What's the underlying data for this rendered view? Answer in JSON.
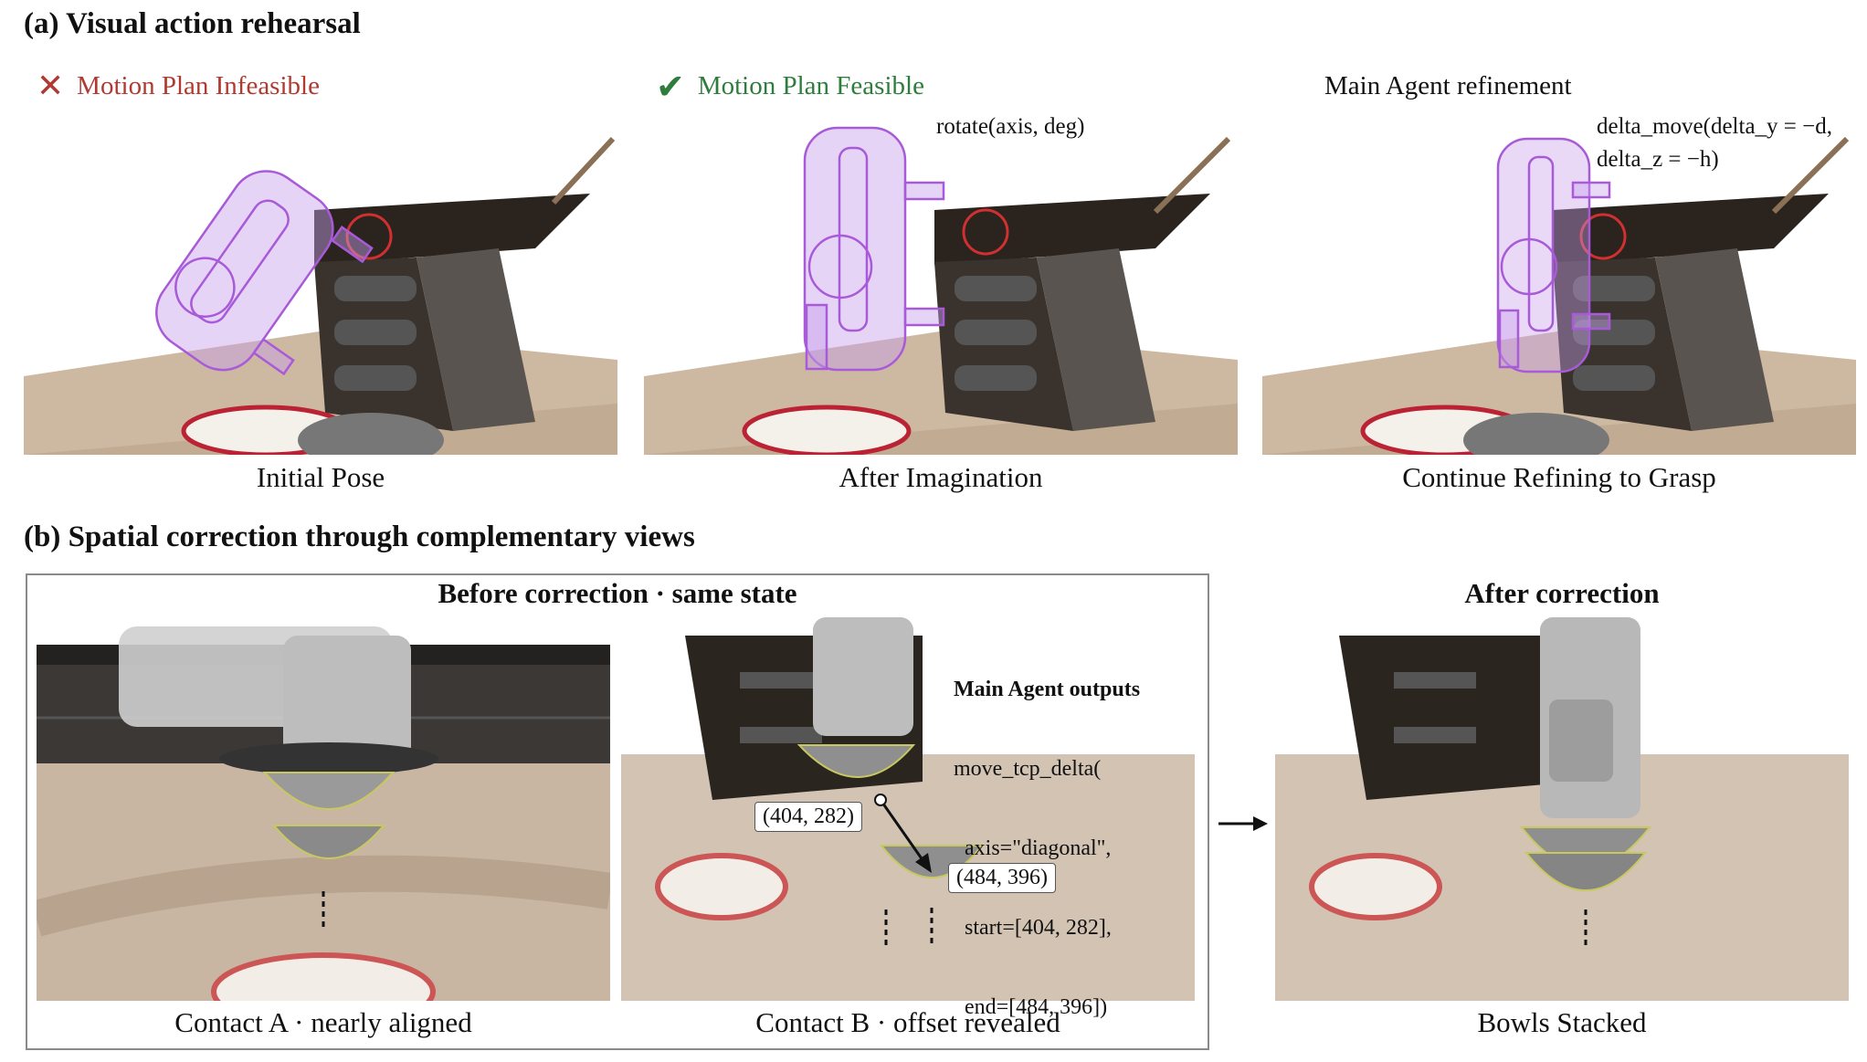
{
  "section_a": {
    "title": "(a) Visual action rehearsal",
    "panels": [
      {
        "status": "Motion Plan Infeasible",
        "caption": "Initial Pose"
      },
      {
        "status": "Motion Plan Feasible",
        "annotation": "rotate(axis, deg)",
        "caption": "After Imagination"
      },
      {
        "status": "Main Agent refinement",
        "annotation_line1": "delta_move(delta_y = −d,",
        "annotation_line2": "delta_z = −h)",
        "caption": "Continue Refining to Grasp"
      }
    ]
  },
  "section_b": {
    "title": "(b) Spatial correction through complementary views",
    "before_title": "Before correction · same state",
    "after_title": "After correction",
    "agent_output": {
      "heading": "Main Agent outputs",
      "lines": [
        "move_tcp_delta(",
        "  axis=\"diagonal\",",
        "  start=[404, 282],",
        "  end=[484, 396])"
      ]
    },
    "start_point": "(404, 282)",
    "end_point": "(484, 396)",
    "captions": [
      "Contact A · nearly aligned",
      "Contact B · offset revealed",
      "Bowls Stacked"
    ]
  },
  "colors": {
    "infeasible": "#b03a32",
    "feasible": "#2e7d3c",
    "gripper": "#a85ad8",
    "target_circle": "#d03030"
  }
}
